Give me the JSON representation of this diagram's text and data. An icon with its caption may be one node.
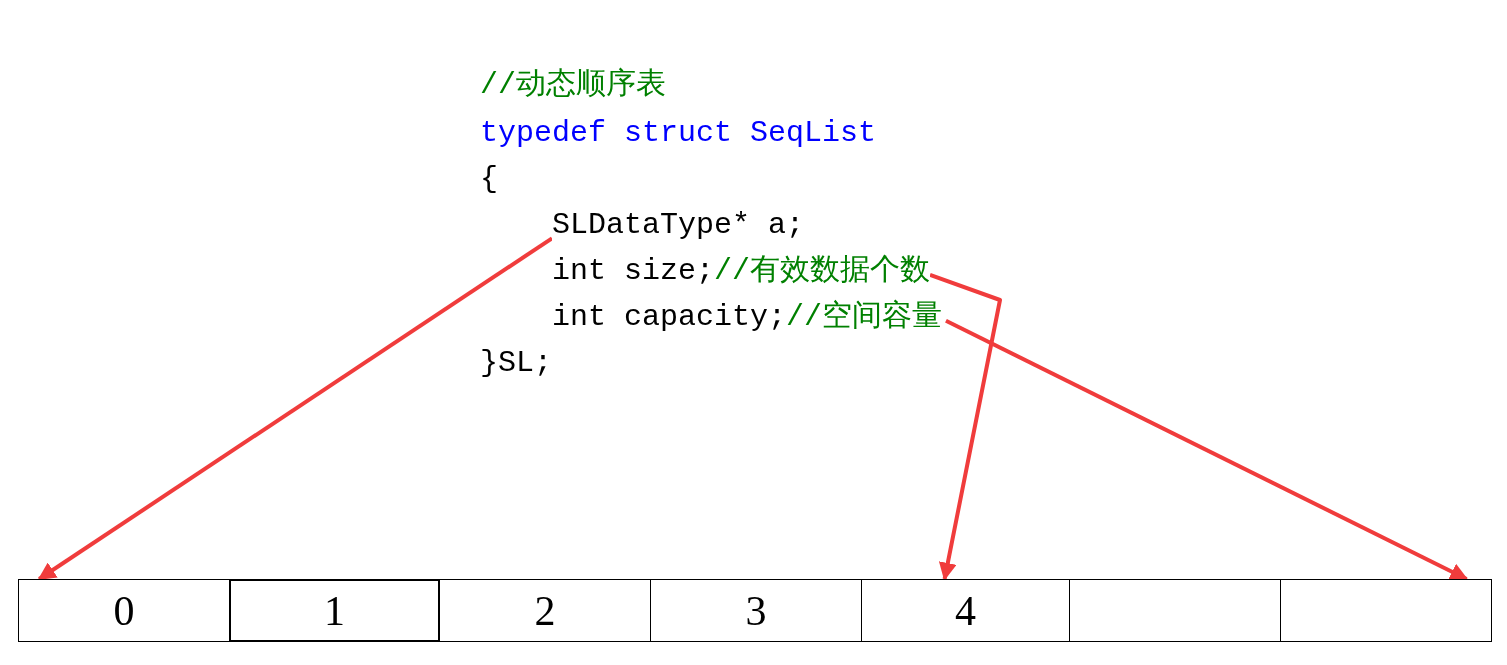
{
  "diagram": {
    "nodes": [
      {
        "text": [
          "SLDataType* a;"
        ]
      },
      {
        "text": [
          "int size;",
          "//有效数据个数"
        ]
      },
      {
        "text": [
          "int capacity;",
          "//空间容量"
        ]
      },
      {
        "text": [
          "0"
        ]
      },
      {
        "text": [
          "1"
        ]
      },
      {
        "text": [
          "2"
        ]
      },
      {
        "text": [
          "3"
        ]
      },
      {
        "text": [
          "4"
        ]
      },
      {
        "text": [],
        "shape": "box"
      },
      {
        "text": [],
        "shape": "box"
      }
    ],
    "edges": [
      {
        "from": 0,
        "to": 3,
        "arrow": "to"
      },
      {
        "from": 1,
        "to": 7,
        "arrow": "to"
      },
      {
        "from": 2,
        "to": 9,
        "arrow": "to"
      }
    ],
    "labels": [
      "//动态顺序表",
      "typedef struct SeqList",
      "{",
      "}SL;"
    ]
  }
}
